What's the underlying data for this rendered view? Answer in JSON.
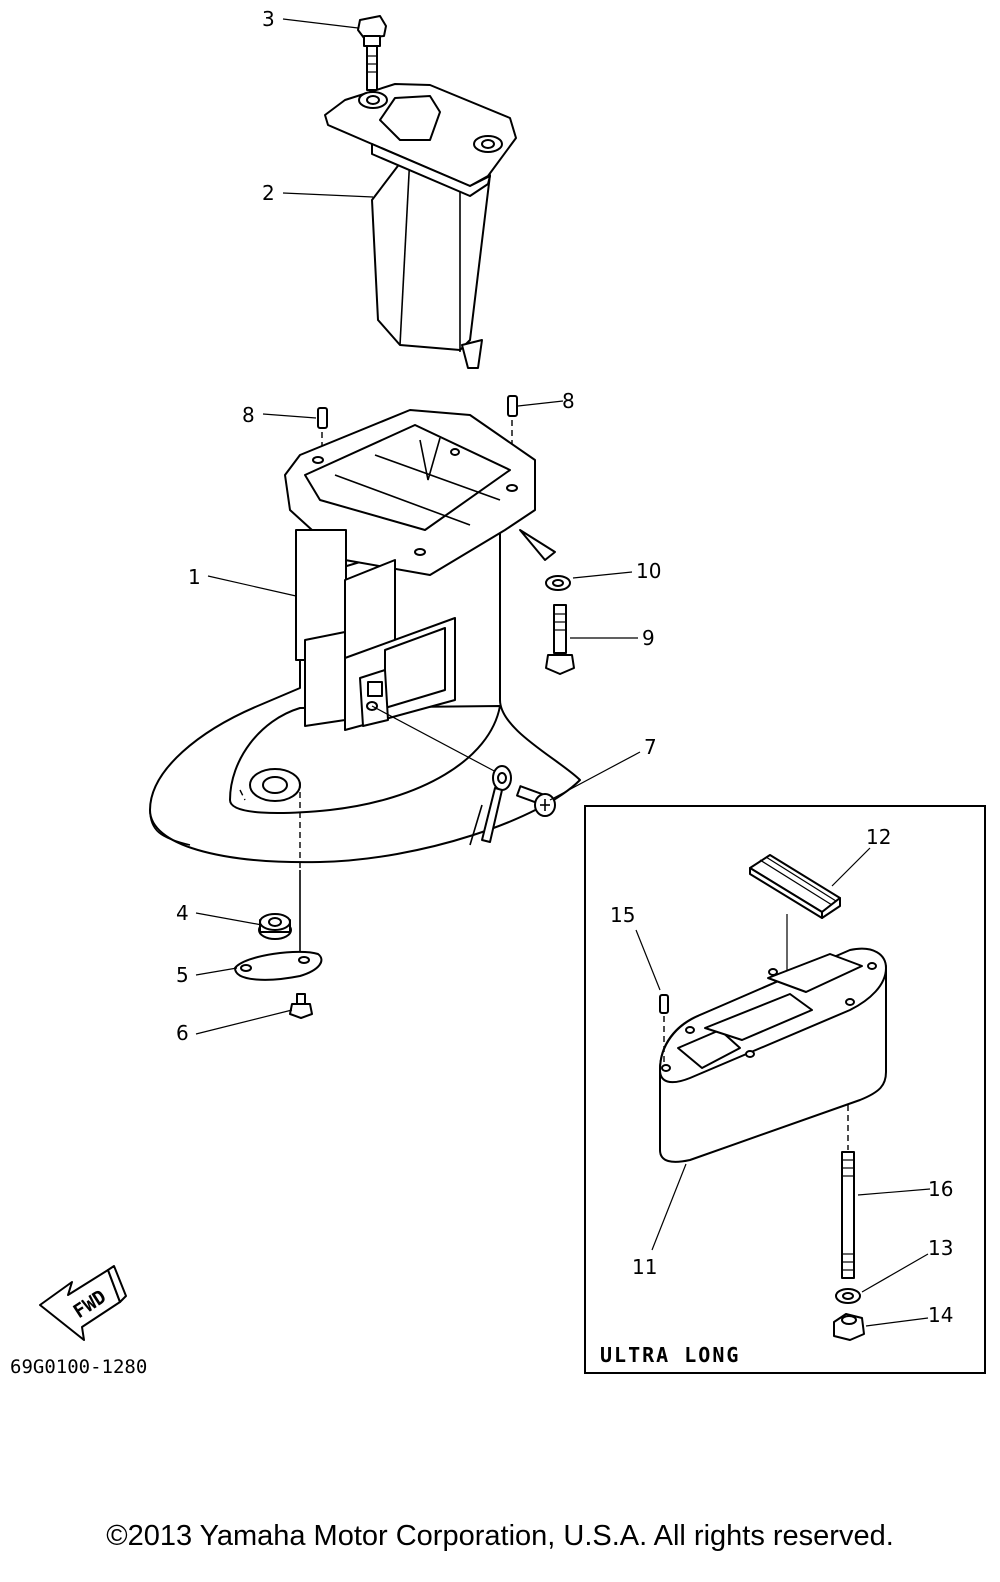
{
  "diagram": {
    "part_callouts": [
      "1",
      "2",
      "3",
      "4",
      "5",
      "6",
      "7",
      "8",
      "8",
      "9",
      "10",
      "11",
      "12",
      "13",
      "14",
      "15",
      "16"
    ],
    "inset_title": "ULTRA LONG",
    "fwd_label": "FWD",
    "diagram_code": "69G0100-1280"
  },
  "footer": {
    "copyright": "©2013 Yamaha Motor Corporation, U.S.A. All rights reserved."
  }
}
